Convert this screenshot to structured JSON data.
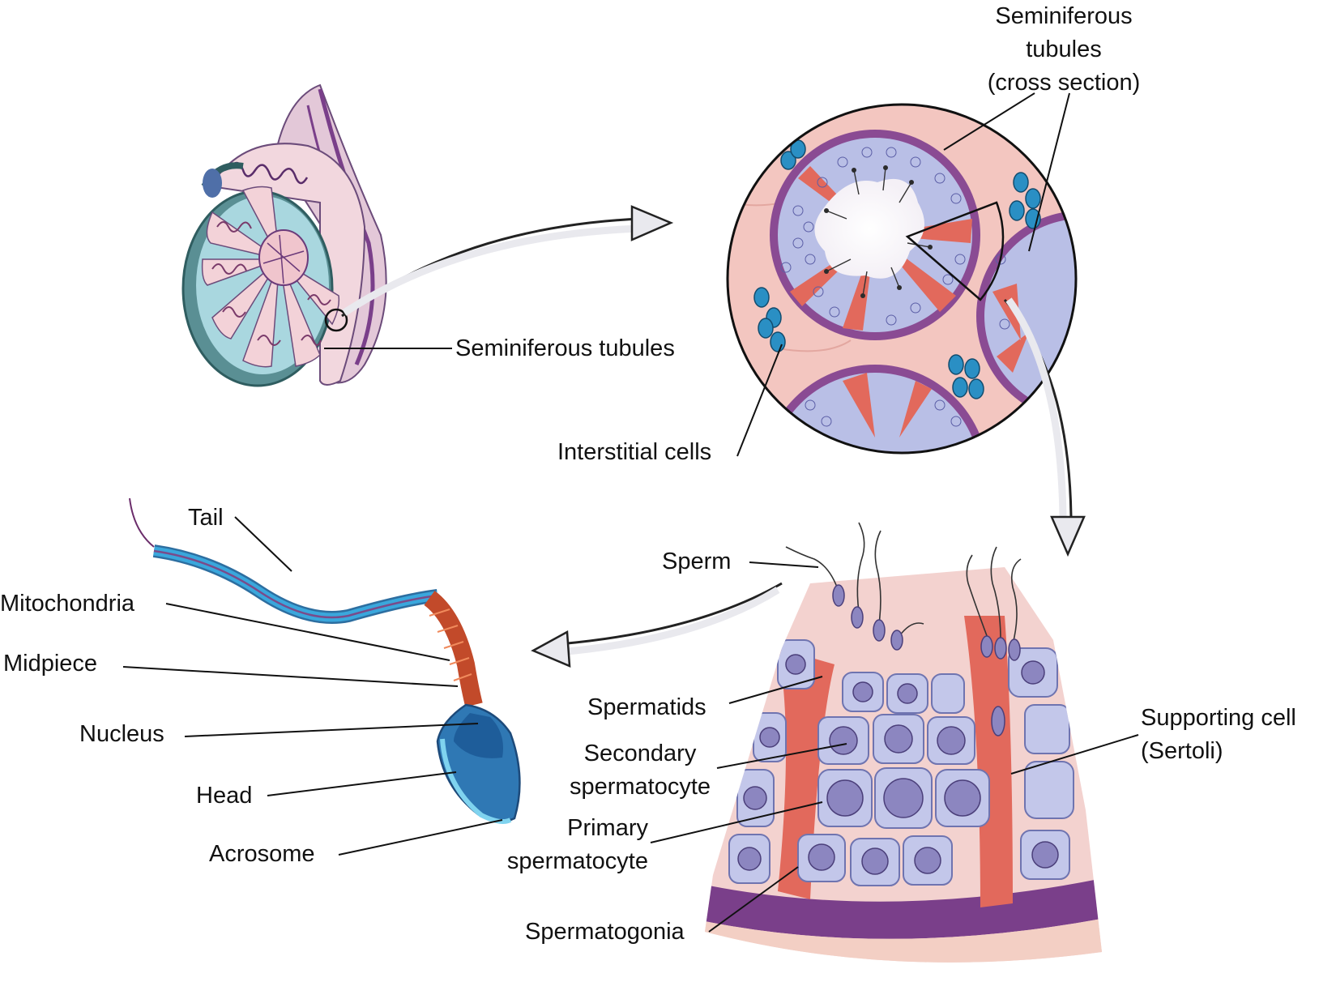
{
  "labels": {
    "tubules_cross_line1": "Seminiferous",
    "tubules_cross_line2": "tubules",
    "tubules_cross_line3": "(cross section)",
    "seminiferous_tubules": "Seminiferous tubules",
    "interstitial_cells": "Interstitial cells",
    "tail": "Tail",
    "mitochondria": "Mitochondria",
    "midpiece": "Midpiece",
    "nucleus": "Nucleus",
    "head": "Head",
    "acrosome": "Acrosome",
    "sperm": "Sperm",
    "spermatids": "Spermatids",
    "secondary_line1": "Secondary",
    "secondary_line2": "spermatocyte",
    "primary_line1": "Primary",
    "primary_line2": "spermatocyte",
    "spermatogonia": "Spermatogonia",
    "supporting_line1": "Supporting cell",
    "supporting_line2": "(Sertoli)"
  },
  "colors": {
    "tubule_pink": "#f3c6c0",
    "tubule_purple": "#7a3f8a",
    "cell_lavender": "#b9bfe6",
    "interstitial_blue": "#2a8fc4",
    "sertoli_red": "#e2695c",
    "sperm_blue": "#3aa7dc",
    "mito_orange": "#d9542e",
    "testis_teal": "#56a5a8"
  }
}
